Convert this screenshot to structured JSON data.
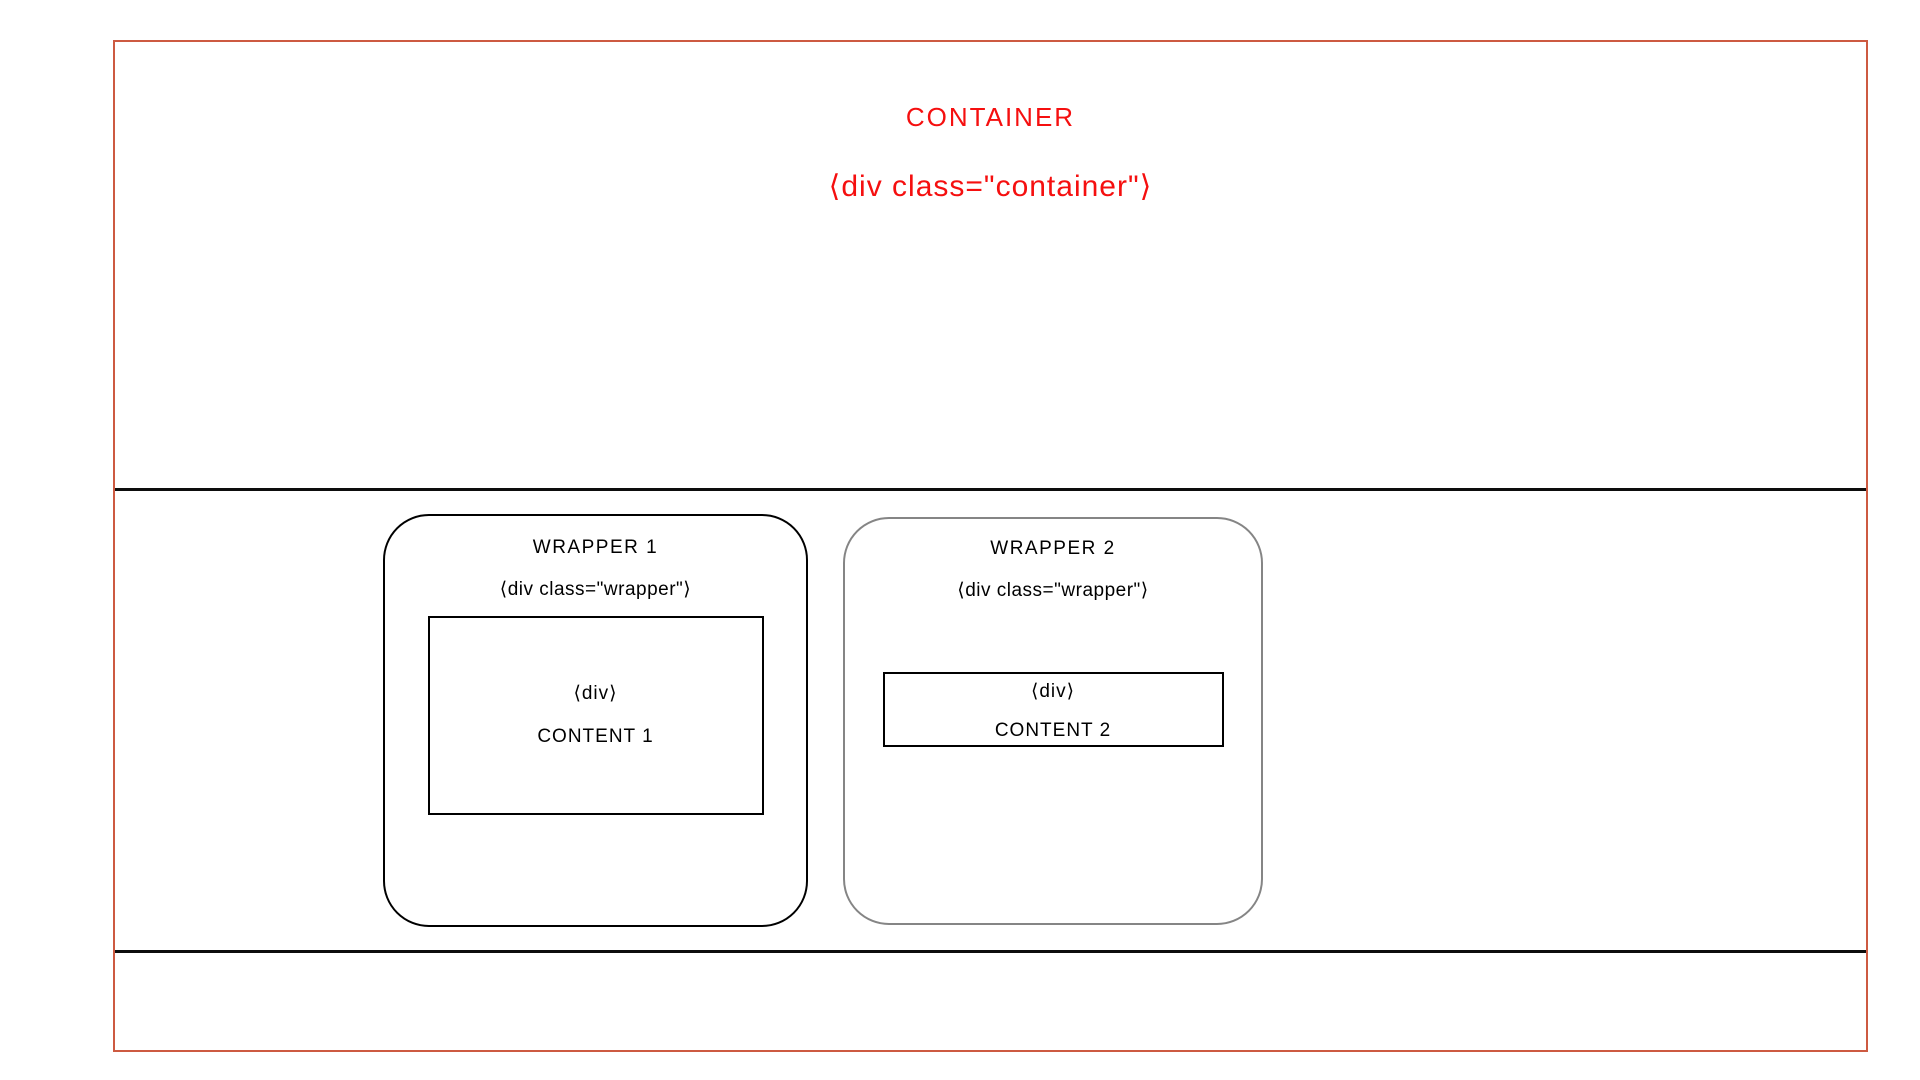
{
  "container": {
    "title": "CONTAINER",
    "tag": "⟨div class=\"container\"⟩"
  },
  "wrappers": [
    {
      "title": "WRAPPER 1",
      "tag": "⟨div class=\"wrapper\"⟩",
      "content": {
        "tag": "⟨div⟩",
        "label": "CONTENT 1"
      }
    },
    {
      "title": "WRAPPER 2",
      "tag": "⟨div class=\"wrapper\"⟩",
      "content": {
        "tag": "⟨div⟩",
        "label": "CONTENT 2"
      }
    }
  ],
  "colors": {
    "red_text": "#f50f0f",
    "red_border": "#cd5a41",
    "line_black": "#0d0d0d",
    "gray_border": "#858585"
  }
}
